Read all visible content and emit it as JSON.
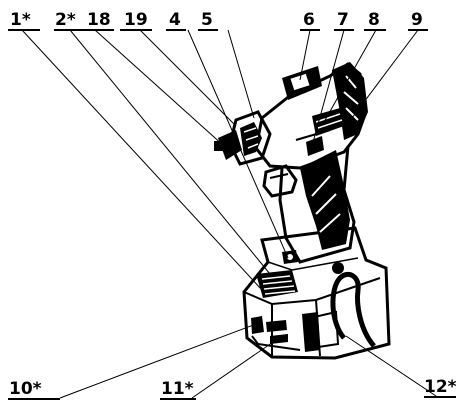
{
  "diagram": {
    "callouts": {
      "c1": "1*",
      "c2": "2*",
      "c18": "18",
      "c19": "19",
      "c4": "4",
      "c5": "5",
      "c6": "6",
      "c7": "7",
      "c8": "8",
      "c9": "9",
      "c10": "10*",
      "c11": "11*",
      "c12": "12*"
    }
  }
}
